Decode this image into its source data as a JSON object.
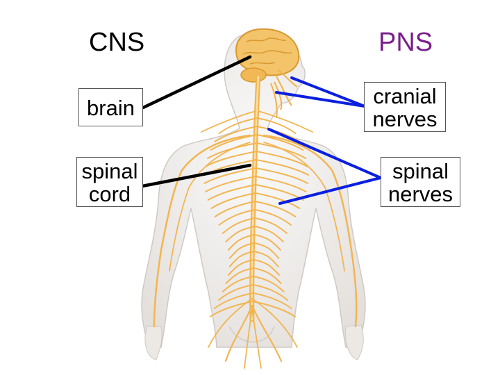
{
  "headings": {
    "left": "CNS",
    "right": "PNS"
  },
  "labels": {
    "brain": [
      "brain"
    ],
    "spinal_cord": [
      "spinal",
      "cord"
    ],
    "cranial_nerves": [
      "cranial",
      "nerves"
    ],
    "spinal_nerves": [
      "spinal",
      "nerves"
    ]
  },
  "colors": {
    "cns_heading": "#000000",
    "pns_heading": "#7a1e8c",
    "cns_pointer": "#000000",
    "pns_pointer": "#0a1fe0",
    "nerve": "#f2b552",
    "skin": "#f3f1ee"
  }
}
